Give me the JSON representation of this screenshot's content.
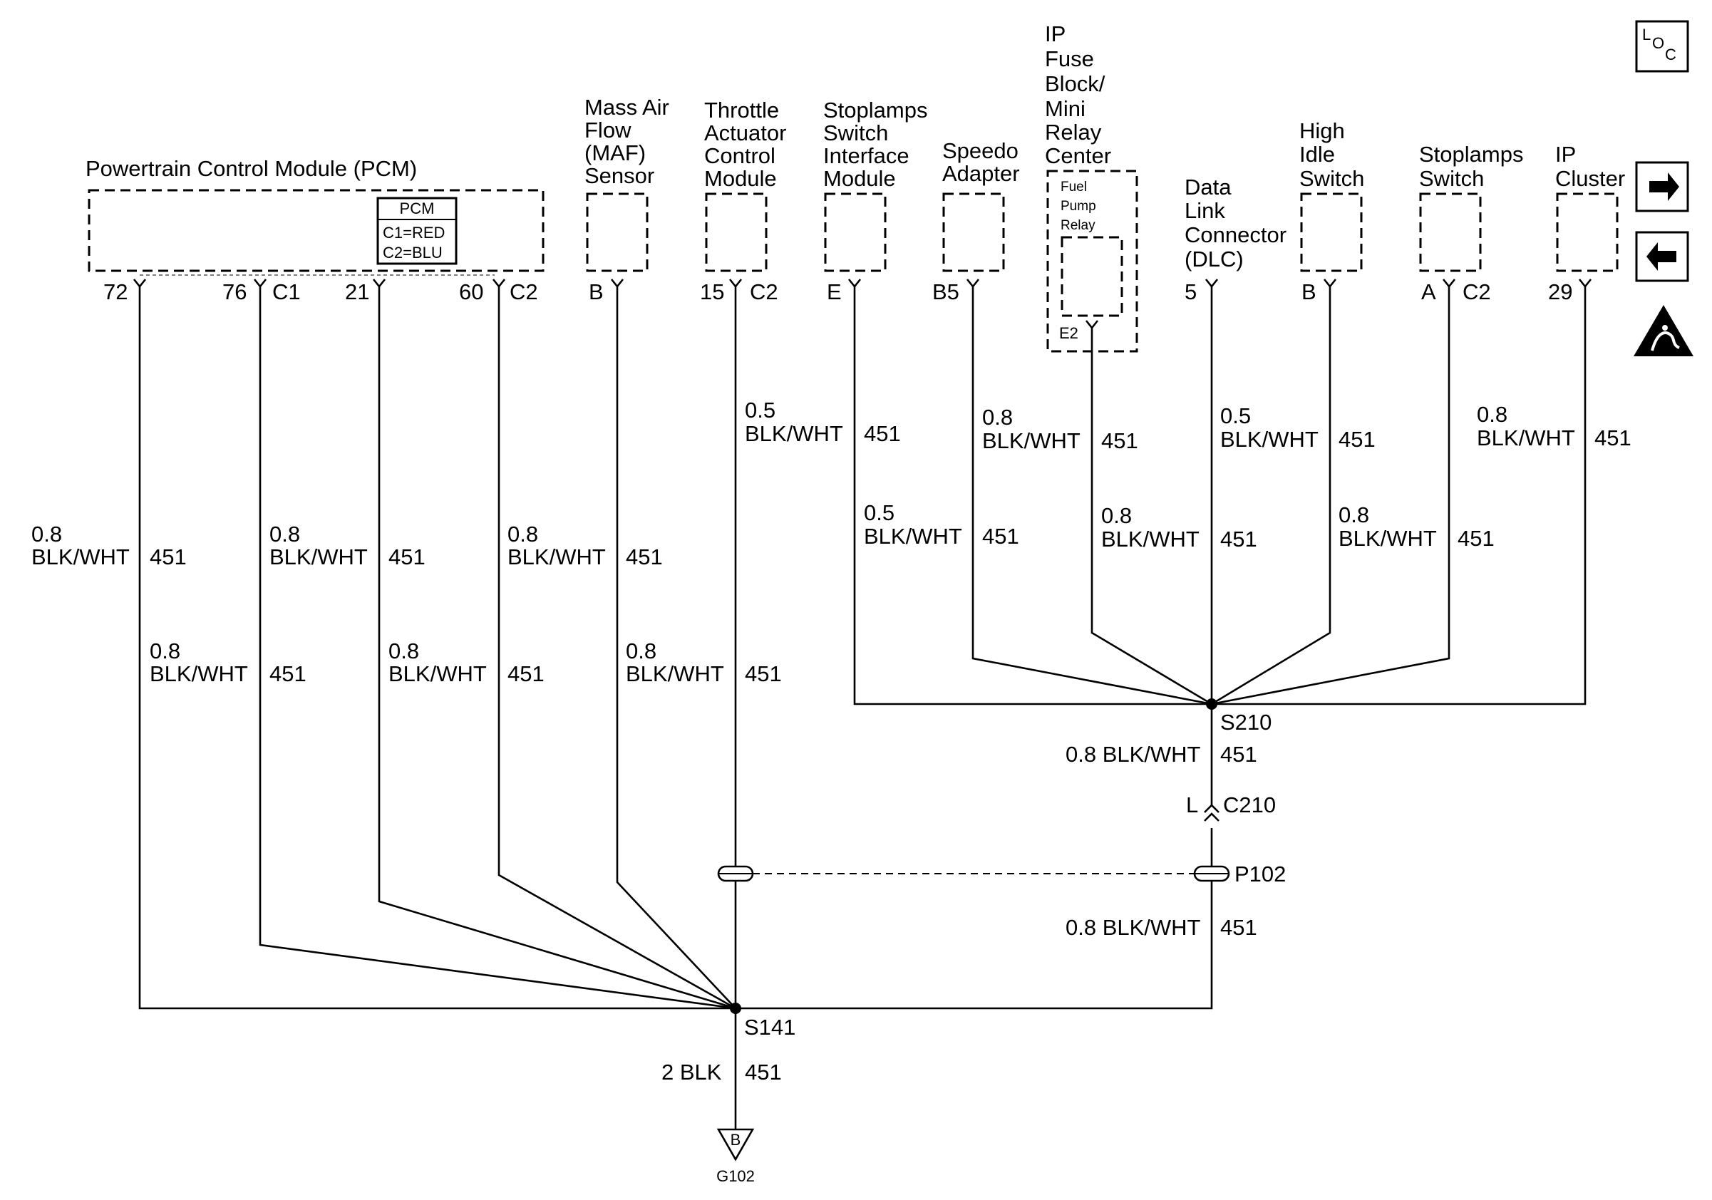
{
  "pcm": {
    "title": "Powertrain Control Module (PCM)",
    "legend_title": "PCM",
    "legend_c1": "C1=RED",
    "legend_c2": "C2=BLU"
  },
  "components": {
    "maf": [
      "Mass Air",
      "Flow",
      "(MAF)",
      "Sensor"
    ],
    "throttle": [
      "Throttle",
      "Actuator",
      "Control",
      "Module"
    ],
    "stoplamps_interface": [
      "Stoplamps",
      "Switch",
      "Interface",
      "Module"
    ],
    "speedo": [
      "Speedo",
      "Adapter"
    ],
    "ip_fuse": [
      "IP",
      "Fuse",
      "Block/",
      "Mini",
      "Relay",
      "Center"
    ],
    "fuel_pump_relay": [
      "Fuel",
      "Pump",
      "Relay"
    ],
    "dlc": [
      "Data",
      "Link",
      "Connector",
      "(DLC)"
    ],
    "high_idle": [
      "High",
      "Idle",
      "Switch"
    ],
    "stoplamps_switch": [
      "Stoplamps",
      "Switch"
    ],
    "ip_cluster": [
      "IP",
      "Cluster"
    ]
  },
  "pins": {
    "pcm_72": "72",
    "pcm_76": "76",
    "pcm_c1": "C1",
    "pcm_21": "21",
    "pcm_60": "60",
    "pcm_c2": "C2",
    "maf": "B",
    "throttle_15": "15",
    "throttle_c2": "C2",
    "stoplamps_interface": "E",
    "speedo": "B5",
    "relay": "E2",
    "dlc": "5",
    "high_idle": "B",
    "stoplamps_a": "A",
    "stoplamps_c2": "C2",
    "ip_cluster": "29"
  },
  "wires": {
    "size_08": "0.8",
    "size_05": "0.5",
    "color": "BLK/WHT",
    "circuit": "451",
    "trunk_label": "0.8 BLK/WHT",
    "ground_label": "2 BLK"
  },
  "splices": {
    "s141": "S141",
    "s210": "S210"
  },
  "connectors": {
    "c210_pin": "L",
    "c210": "C210",
    "p102": "P102"
  },
  "ground": {
    "name": "G102",
    "symbol_letter": "B"
  },
  "side_icons": {
    "loc_l": "L",
    "loc_o": "O",
    "loc_c": "C",
    "next": "arrow-right-icon",
    "prev": "arrow-left-icon",
    "esd": "esd-warning-icon"
  }
}
